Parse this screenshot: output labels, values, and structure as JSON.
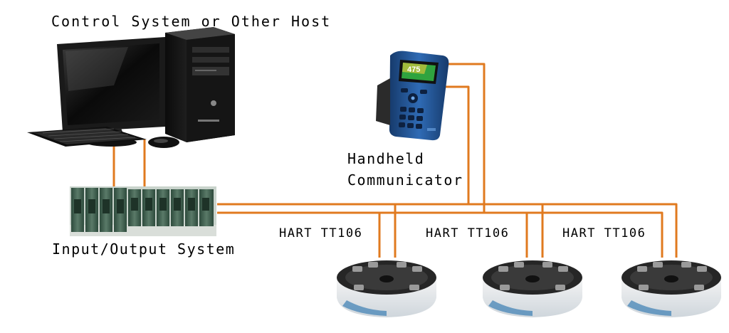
{
  "diagram": {
    "title": "Control System or Other Host",
    "handheld": {
      "label_line1": "Handheld",
      "label_line2": "Communicator",
      "screen_text": "475"
    },
    "io_system_label": "Input/Output System",
    "transmitters": [
      {
        "label": "HART TT106"
      },
      {
        "label": "HART TT106"
      },
      {
        "label": "HART TT106"
      }
    ]
  },
  "colors": {
    "wire": "#E07A1F",
    "handheld_body": "#1E4F8E",
    "io_module": "#3F5E4E",
    "transmitter_body": "#2A2A2A"
  },
  "icons": [
    "desktop-computer-icon",
    "keyboard-icon",
    "mouse-icon",
    "handheld-communicator-icon",
    "io-rack-icon",
    "temperature-transmitter-icon"
  ]
}
